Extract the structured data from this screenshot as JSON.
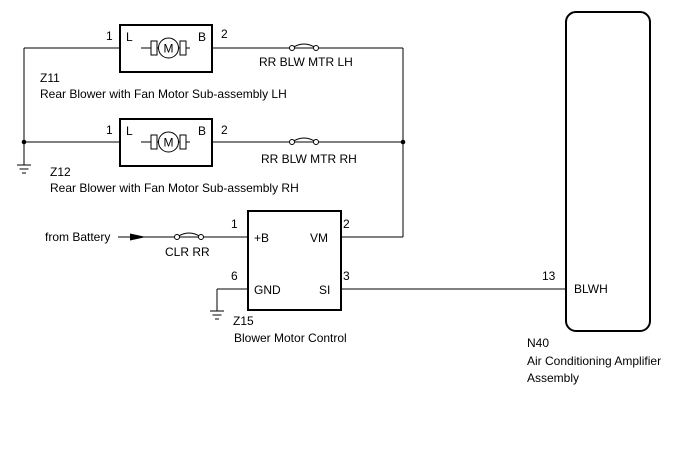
{
  "components": {
    "z11": {
      "code": "Z11",
      "name": "Rear Blower with Fan Motor Sub-assembly LH",
      "pin_l_label": "L",
      "pin_b_label": "B",
      "pin_l_number": "1",
      "pin_b_number": "2",
      "motor_symbol": "M"
    },
    "z12": {
      "code": "Z12",
      "name": "Rear Blower with Fan Motor Sub-assembly RH",
      "pin_l_label": "L",
      "pin_b_label": "B",
      "pin_l_number": "1",
      "pin_b_number": "2",
      "motor_symbol": "M"
    },
    "z15": {
      "code": "Z15",
      "name": "Blower Motor Control",
      "pin_b_label": "+B",
      "pin_vm_label": "VM",
      "pin_gnd_label": "GND",
      "pin_si_label": "SI",
      "pin_b_number": "1",
      "pin_vm_number": "2",
      "pin_gnd_number": "6",
      "pin_si_number": "3"
    },
    "n40": {
      "code": "N40",
      "name_line1": "Air Conditioning Amplifier",
      "name_line2": "Assembly",
      "pin_blwh_label": "BLWH",
      "pin_blwh_number": "13"
    }
  },
  "fuses": {
    "lh": "RR BLW MTR LH",
    "rh": "RR BLW MTR RH",
    "clr": "CLR RR"
  },
  "source_label": "from Battery",
  "line_color": "#000000",
  "background_color": "#ffffff"
}
